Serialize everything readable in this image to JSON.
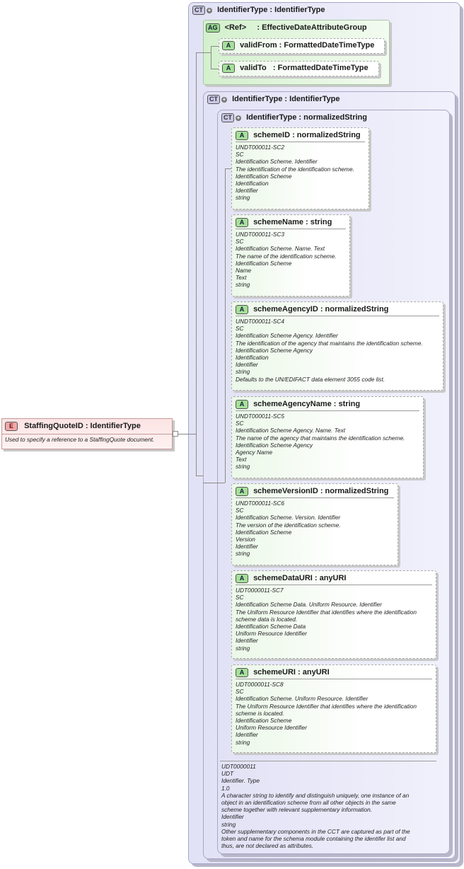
{
  "outer_ct": {
    "badge": "CT",
    "title": "IdentifierType : IdentifierType"
  },
  "attribute_group": {
    "badge": "AG",
    "title": "<Ref>     : EffectiveDateAttributeGroup",
    "attributes": [
      {
        "badge": "A",
        "title": "validFrom : FormattedDateTimeType"
      },
      {
        "badge": "A",
        "title": "validTo   : FormattedDateTimeType"
      }
    ]
  },
  "middle_ct": {
    "badge": "CT",
    "title": "IdentifierType : IdentifierType"
  },
  "inner_ct": {
    "badge": "CT",
    "title": "IdentifierType : normalizedString"
  },
  "scheme_attributes": [
    {
      "badge": "A",
      "title": "schemeID : normalizedString",
      "doc": "UNDT000011-SC2\nSC\nIdentification Scheme. Identifier\nThe identification of the identification scheme.\nIdentification Scheme\nIdentification\nIdentifier\nstring"
    },
    {
      "badge": "A",
      "title": "schemeName : string",
      "doc": "UNDT000011-SC3\nSC\nIdentification Scheme. Name. Text\nThe name of the identification scheme.\nIdentification Scheme\nName\nText\nstring"
    },
    {
      "badge": "A",
      "title": "schemeAgencyID : normalizedString",
      "doc": "UNDT000011-SC4\nSC\nIdentification Scheme Agency. Identifier\nThe identification of the agency that maintains the identification scheme.\nIdentification Scheme Agency\nIdentification\nIdentifier\nstring\nDefaults to the UN/EDIFACT data element 3055 code list."
    },
    {
      "badge": "A",
      "title": "schemeAgencyName : string",
      "doc": "UNDT000011-SC5\nSC\nIdentification Scheme Agency. Name. Text\nThe name of the agency that maintains the identification scheme.\nIdentification Scheme Agency\nAgency Name\nText\nstring"
    },
    {
      "badge": "A",
      "title": "schemeVersionID : normalizedString",
      "doc": "UNDT000011-SC6\nSC\nIdentification Scheme. Version. Identifier\nThe version of the identification scheme.\nIdentification Scheme\nVersion\nIdentifier\nstring"
    },
    {
      "badge": "A",
      "title": "schemeDataURI : anyURI",
      "doc": "UDT0000011-SC7\nSC\nIdentification Scheme Data. Uniform Resource. Identifier\nThe Uniform Resource Identifier that identifies where the identification\nscheme data is located.\nIdentification Scheme Data\nUniform Resource Identifier\nIdentifier\nstring"
    },
    {
      "badge": "A",
      "title": "schemeURI : anyURI",
      "doc": "UDT0000011-SC8\nSC\nIdentification Scheme. Uniform Resource. Identifier\nThe Uniform Resource Identifier that identifies where the identification\nscheme is located.\nIdentification Scheme\nUniform Resource Identifier\nIdentifier\nstring"
    }
  ],
  "inner_ct_doc": "UDT0000011\nUDT\nIdentifier. Type\n1.0\nA character string to identify and distinguish uniquely, one instance of an\nobject in an identification scheme from all other objects in the same\nscheme together with relevant supplementary information.\nIdentifier\nstring\nOther supplementary components in the CCT are captured as part of the\ntoken and name for the schema module containing the identifer list and\nthus, are not declared as attributes.",
  "element": {
    "badge": "E",
    "title": "StaffingQuoteID : IdentifierType",
    "doc": "Used to specify a reference to a StaffingQuote document."
  }
}
